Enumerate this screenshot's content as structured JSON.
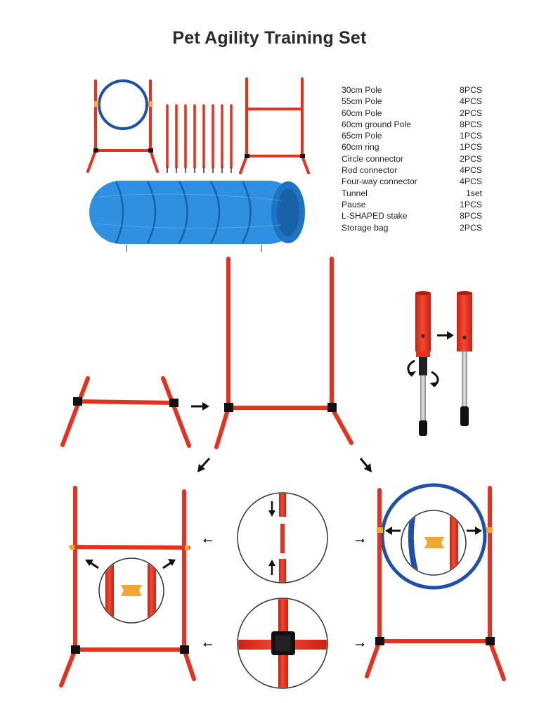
{
  "page": {
    "title": "Pet Agility Training Set"
  },
  "parts": [
    {
      "name": "30cm Pole",
      "qty": "8PCS"
    },
    {
      "name": "55cm Pole",
      "qty": "4PCS"
    },
    {
      "name": "60cm Pole",
      "qty": "2PCS"
    },
    {
      "name": "60cm ground Pole",
      "qty": "8PCS"
    },
    {
      "name": "65cm Pole",
      "qty": "1PCS"
    },
    {
      "name": "60cm ring",
      "qty": "1PCS"
    },
    {
      "name": "Circle connector",
      "qty": "2PCS"
    },
    {
      "name": "Rod connector",
      "qty": "4PCS"
    },
    {
      "name": "Four-way connector",
      "qty": "4PCS"
    },
    {
      "name": "Tunnel",
      "qty": "1set"
    },
    {
      "name": "Pause",
      "qty": "1PCS"
    },
    {
      "name": "L-SHAPED stake",
      "qty": "8PCS"
    },
    {
      "name": "Storage bag",
      "qty": "2PCS"
    }
  ],
  "colors": {
    "pole": "#e8301f",
    "connector": "#111111",
    "ring": "#1f4fa8",
    "tunnel": "#2f8fe0",
    "clip": "#f0a830"
  }
}
